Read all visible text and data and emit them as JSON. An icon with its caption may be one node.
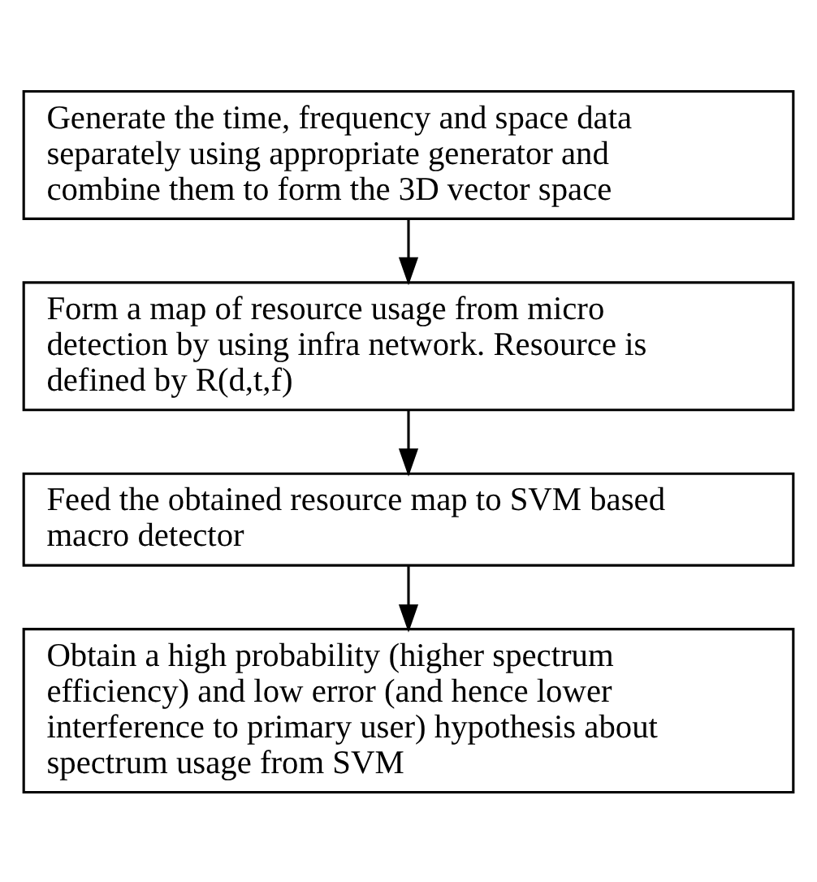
{
  "diagram": {
    "nodes": [
      {
        "text": [
          "Generate the time, frequency and space data separately using appropriate generator and combine them to form the 3D vector space"
        ]
      },
      {
        "text": [
          "Form a map of resource usage from micro detection by using infra network. Resource is defined by R(d,t,f)"
        ]
      },
      {
        "text": [
          "Feed the obtained resource map to SVM based macro detector"
        ]
      },
      {
        "text": [
          "Obtain a high probability (higher spectrum efficiency) and low error (and hence lower interference to primary user) hypothesis about spectrum usage from SVM"
        ]
      }
    ],
    "edges": [
      {
        "from": 0,
        "to": 1,
        "arrow": "to"
      },
      {
        "from": 1,
        "to": 2,
        "arrow": "to"
      },
      {
        "from": 2,
        "to": 3,
        "arrow": "to"
      }
    ]
  }
}
